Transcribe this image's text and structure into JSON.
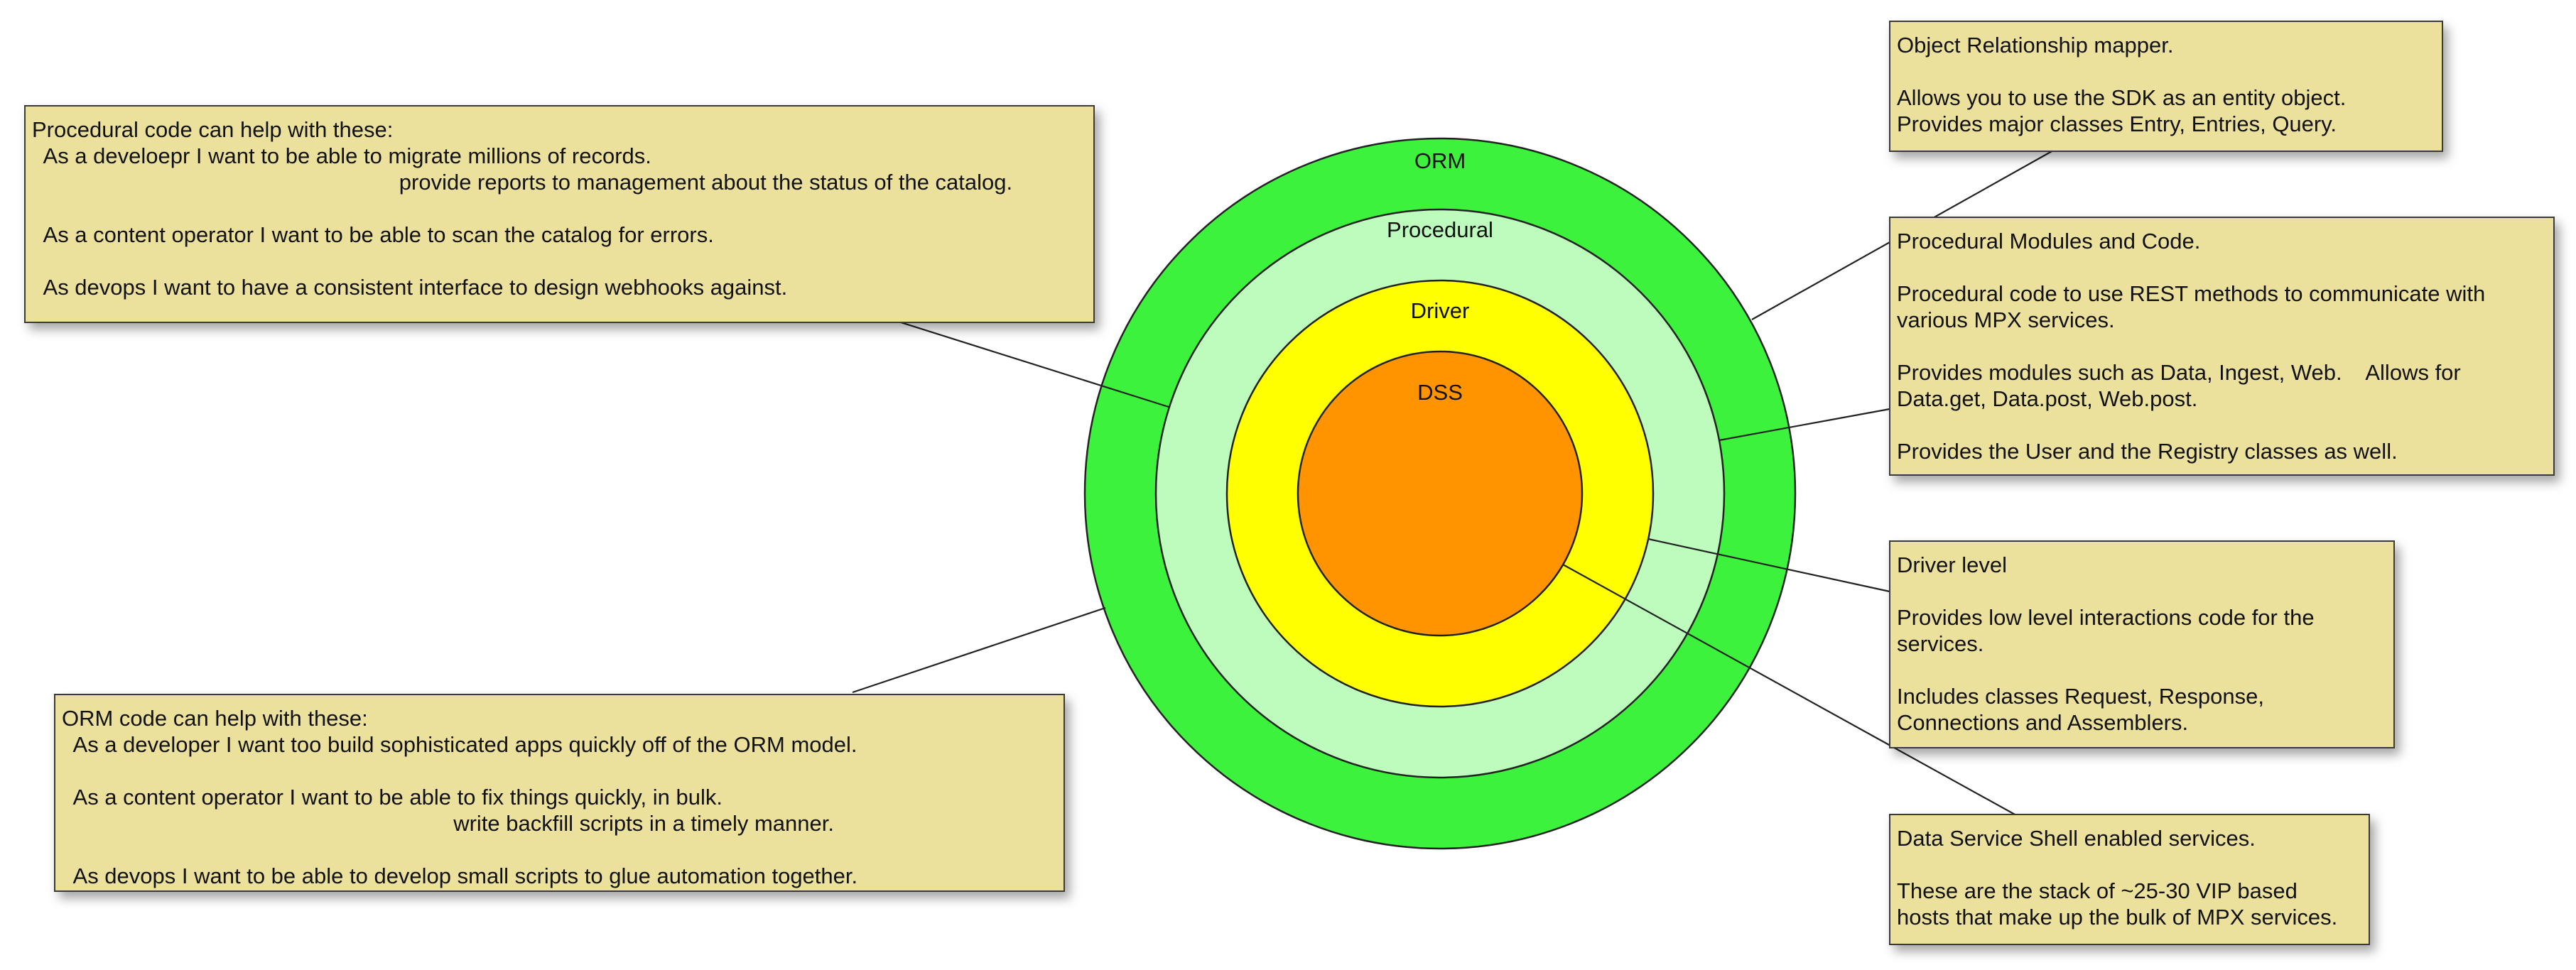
{
  "diagram": {
    "rings": [
      {
        "name": "ORM",
        "color": "#3cf23c"
      },
      {
        "name": "Procedural",
        "color": "#bdfcbd"
      },
      {
        "name": "Driver",
        "color": "#ffff00"
      },
      {
        "name": "DSS",
        "color": "#ff9400"
      }
    ],
    "notes": {
      "orm": [
        "Object Relationship mapper.",
        "",
        "Allows you to use the SDK as an entity object.",
        "Provides major classes Entry, Entries, Query."
      ],
      "procedural": [
        "Procedural Modules and Code.",
        "",
        "Procedural code to use REST methods to communicate with",
        "various MPX services.",
        "",
        "Provides modules such as Data, Ingest, Web.    Allows for",
        "Data.get, Data.post, Web.post.",
        "",
        "Provides the User and the Registry classes as well."
      ],
      "driver": [
        "Driver level",
        "",
        "Provides low level interactions code for the",
        "services.",
        "",
        "Includes classes Request, Response,",
        "Connections and Assemblers."
      ],
      "dss": [
        "Data Service Shell enabled services.",
        "",
        "These are the stack of ~25-30 VIP based",
        "hosts that make up the bulk of MPX services."
      ],
      "procedural_users": [
        "Procedural code can help with these:",
        "  As a develoepr I want to be able to migrate millions of records.",
        "                                                            provide reports to management about the status of the catalog.",
        "",
        "  As a content operator I want to be able to scan the catalog for errors.",
        "",
        "  As devops I want to have a consistent interface to design webhooks against."
      ],
      "orm_users": [
        "ORM code can help with these:",
        "  As a developer I want too build sophisticated apps quickly off of the ORM model.",
        "",
        "  As a content operator I want to be able to fix things quickly, in bulk.",
        "                                                                write backfill scripts in a timely manner.",
        "",
        "  As devops I want to be able to develop small scripts to glue automation together."
      ]
    }
  }
}
